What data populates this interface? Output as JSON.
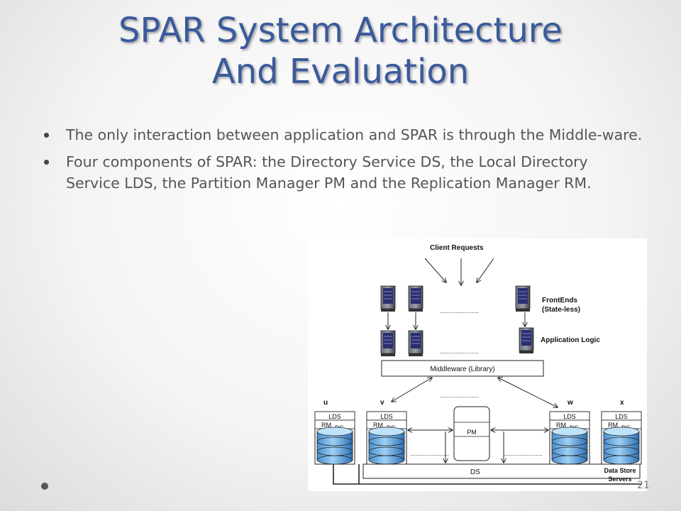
{
  "slide": {
    "title_line1": "SPAR System Architecture",
    "title_line2": "And Evaluation",
    "bullets": [
      "The only interaction between application and SPAR is through the Middle-ware.",
      "Four components of SPAR: the Directory Service DS, the Local Directory Service LDS, the Partition Manager PM and the Replication Manager RM."
    ],
    "page_number": "21"
  },
  "diagram": {
    "client_requests": "Client Requests",
    "frontends_line1": "FrontEnds",
    "frontends_line2": "(State-less)",
    "application_logic": "Application Logic",
    "dots": "......................",
    "middleware": "Middleware (Library)",
    "pm": "PM",
    "ds": "DS",
    "data_store_line1": "Data Store",
    "data_store_line2": "Servers",
    "servers": [
      {
        "name": "u",
        "lds": "LDS",
        "rm": "RM",
        "ds": "DS"
      },
      {
        "name": "v",
        "lds": "LDS",
        "rm": "RM",
        "ds": "DS"
      },
      {
        "name": "w",
        "lds": "LDS",
        "rm": "RM",
        "ds": "DS"
      },
      {
        "name": "x",
        "lds": "LDS",
        "rm": "RM",
        "ds": "DS"
      }
    ]
  }
}
